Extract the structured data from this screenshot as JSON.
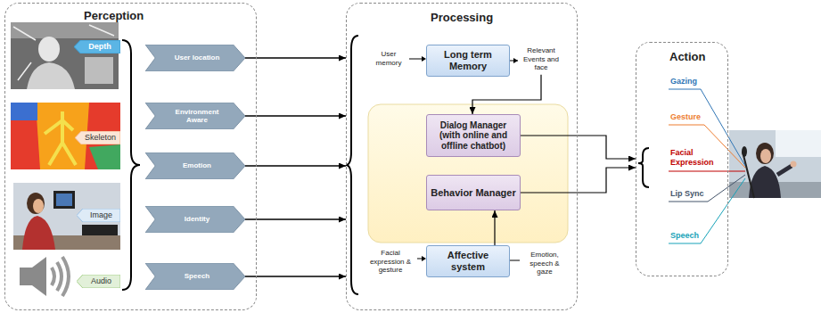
{
  "diagram": {
    "nodes": [
      {
        "text": [
          "Perception"
        ]
      },
      {
        "text": [
          "Depth"
        ],
        "in": 0
      },
      {
        "text": [
          "Skeleton"
        ],
        "in": 0
      },
      {
        "text": [
          "Image"
        ],
        "in": 0
      },
      {
        "text": [
          "Audio"
        ],
        "in": 0
      },
      {
        "text": [
          "User location"
        ],
        "in": 0
      },
      {
        "text": [
          "Environment Aware"
        ],
        "in": 0
      },
      {
        "text": [
          "Emotion"
        ],
        "in": 0
      },
      {
        "text": [
          "Identity"
        ],
        "in": 0
      },
      {
        "text": [
          "Speech"
        ],
        "in": 0
      },
      {
        "text": [
          "Processing"
        ]
      },
      {
        "text": [
          "Long term Memory"
        ],
        "in": 10
      },
      {
        "text": [
          "Dialog Manager (with online and offline chatbot)"
        ],
        "in": 10
      },
      {
        "text": [
          "Behavior Manager"
        ],
        "in": 10
      },
      {
        "text": [
          "Affective system"
        ],
        "in": 10
      },
      {
        "text": [
          "Action"
        ]
      }
    ],
    "edges": [
      {
        "from": 5,
        "to": 10,
        "arrow": "to"
      },
      {
        "from": 6,
        "to": 10,
        "arrow": "to"
      },
      {
        "from": 7,
        "to": 10,
        "arrow": "to"
      },
      {
        "from": 8,
        "to": 10,
        "arrow": "to"
      },
      {
        "from": 9,
        "to": 10,
        "arrow": "to"
      },
      {
        "from": 11,
        "to": 12,
        "arrow": "to"
      },
      {
        "from": 12,
        "to": 15,
        "arrow": "to"
      },
      {
        "from": 13,
        "to": 15,
        "arrow": "to"
      },
      {
        "from": 14,
        "to": 13,
        "arrow": "to"
      }
    ],
    "labels": [
      "User memory",
      "Relevant Events and face",
      "Facial expression & gesture",
      "Emotion, speech & gaze",
      "Gazing",
      "Gesture",
      "Facial Expression",
      "Lip Sync",
      "Speech"
    ]
  }
}
